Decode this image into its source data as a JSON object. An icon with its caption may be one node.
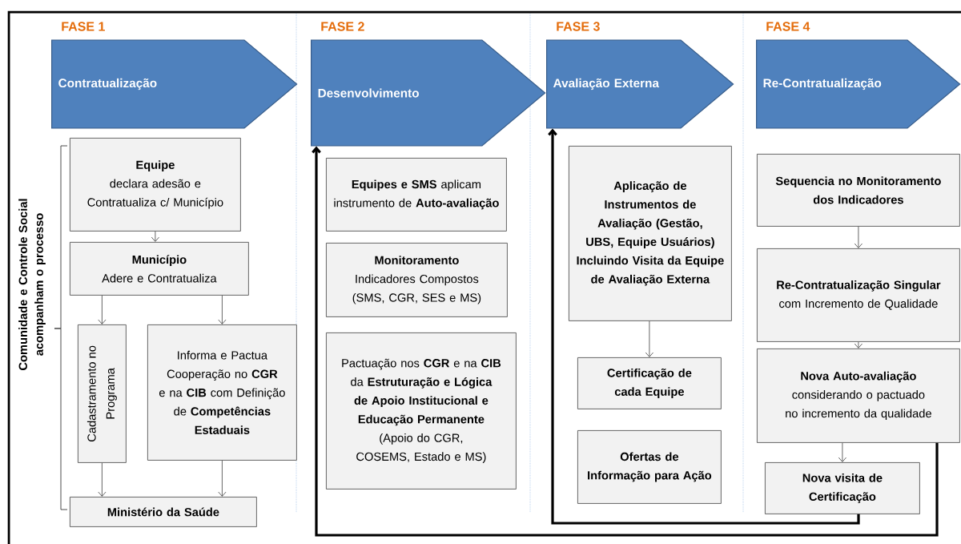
{
  "diagram": {
    "nodes": [
      {
        "text": [
          "FASE 1",
          "Contratualização"
        ]
      },
      {
        "text": [
          "FASE 2",
          "Desenvolvimento"
        ]
      },
      {
        "text": [
          "FASE 3",
          "Avaliação Externa"
        ]
      },
      {
        "text": [
          "FASE 4",
          "Re-Contratualização"
        ]
      },
      {
        "text": [
          "Equipe",
          "declara adesão e Contratualiza c/ Município"
        ]
      },
      {
        "text": [
          "Município",
          "Adere e Contratualiza"
        ]
      },
      {
        "text": [
          "Cadastramento no Programa"
        ]
      },
      {
        "text": [
          "Informa e Pactua Cooperação no **CGR** e na **CIB** com Definição de **Competências Estaduais**"
        ]
      },
      {
        "text": [
          "Ministério da Saúde"
        ]
      },
      {
        "text": [
          "**Equipes e SMS** aplicam instrumento de **Auto-avaliação**"
        ]
      },
      {
        "text": [
          "Monitoramento",
          "Indicadores Compostos (SMS, CGR, SES e MS)"
        ]
      },
      {
        "text": [
          "Pactuação nos **CGR** e na **CIB** da **Estruturação e Lógica de Apoio Institucional e Educação Permanente**",
          "(Apoio do CGR, COSEMS, Estado e MS)"
        ]
      },
      {
        "text": [
          "Aplicação de Instrumentos de Avaliação (Gestão, UBS, Equipe Usuários)",
          "Incluindo Visita da Equipe de Avaliação Externa"
        ]
      },
      {
        "text": [
          "Certificação de cada Equipe"
        ]
      },
      {
        "text": [
          "Ofertas de Informação para Ação"
        ]
      },
      {
        "text": [
          "Sequencia no Monitoramento dos Indicadores"
        ]
      },
      {
        "text": [
          "Re-Contratualização Singular",
          "com Incremento de Qualidade"
        ]
      },
      {
        "text": [
          "Nova Auto-avaliação",
          "considerando o pactuado no incremento da qualidade"
        ]
      },
      {
        "text": [
          "Nova visita de Certificação"
        ]
      }
    ],
    "edges": [
      {
        "from": 4,
        "to": 5,
        "arrow": "to"
      },
      {
        "from": 5,
        "to": 6,
        "arrow": "to"
      },
      {
        "from": 5,
        "to": 7,
        "arrow": "to"
      },
      {
        "from": 6,
        "to": 8,
        "arrow": "to"
      },
      {
        "from": 7,
        "to": 8,
        "arrow": "to"
      },
      {
        "from": 12,
        "to": 13,
        "arrow": "to"
      },
      {
        "from": 15,
        "to": 16,
        "arrow": "to"
      },
      {
        "from": 16,
        "to": 17,
        "arrow": "to"
      },
      {
        "from": 17,
        "to": 18,
        "arrow": "to"
      },
      {
        "from": 18,
        "to": 2,
        "arrow": "to",
        "style": "thick",
        "color": "#000000"
      },
      {
        "from": 17,
        "to": 1,
        "arrow": "to",
        "style": "thick",
        "color": "#000000"
      }
    ],
    "labels": [
      "Comunidade e Controle Social acompanham o processo"
    ]
  }
}
